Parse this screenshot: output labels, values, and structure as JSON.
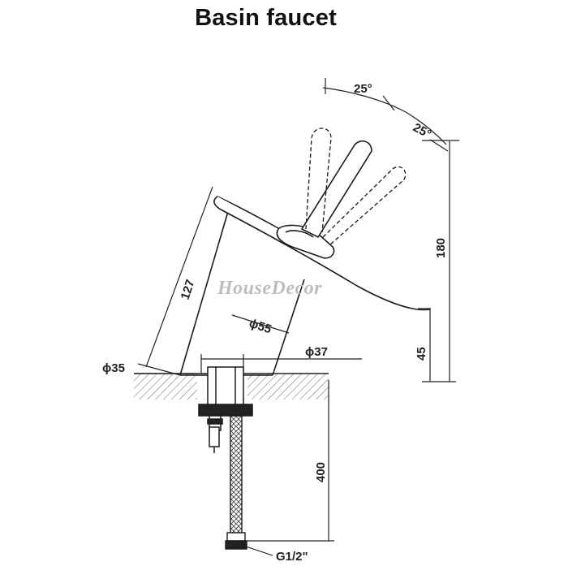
{
  "title": "Basin faucet",
  "watermark": "HouseDecor",
  "dimensions": {
    "angle_left": "25°",
    "angle_right": "25°",
    "height_total": "180",
    "spout_length": "127",
    "spout_diameter": "ϕ55",
    "body_diameter": "ϕ37",
    "base_diameter": "ϕ35",
    "spout_height": "45",
    "hose_length": "400",
    "connector": "G1/2\""
  }
}
